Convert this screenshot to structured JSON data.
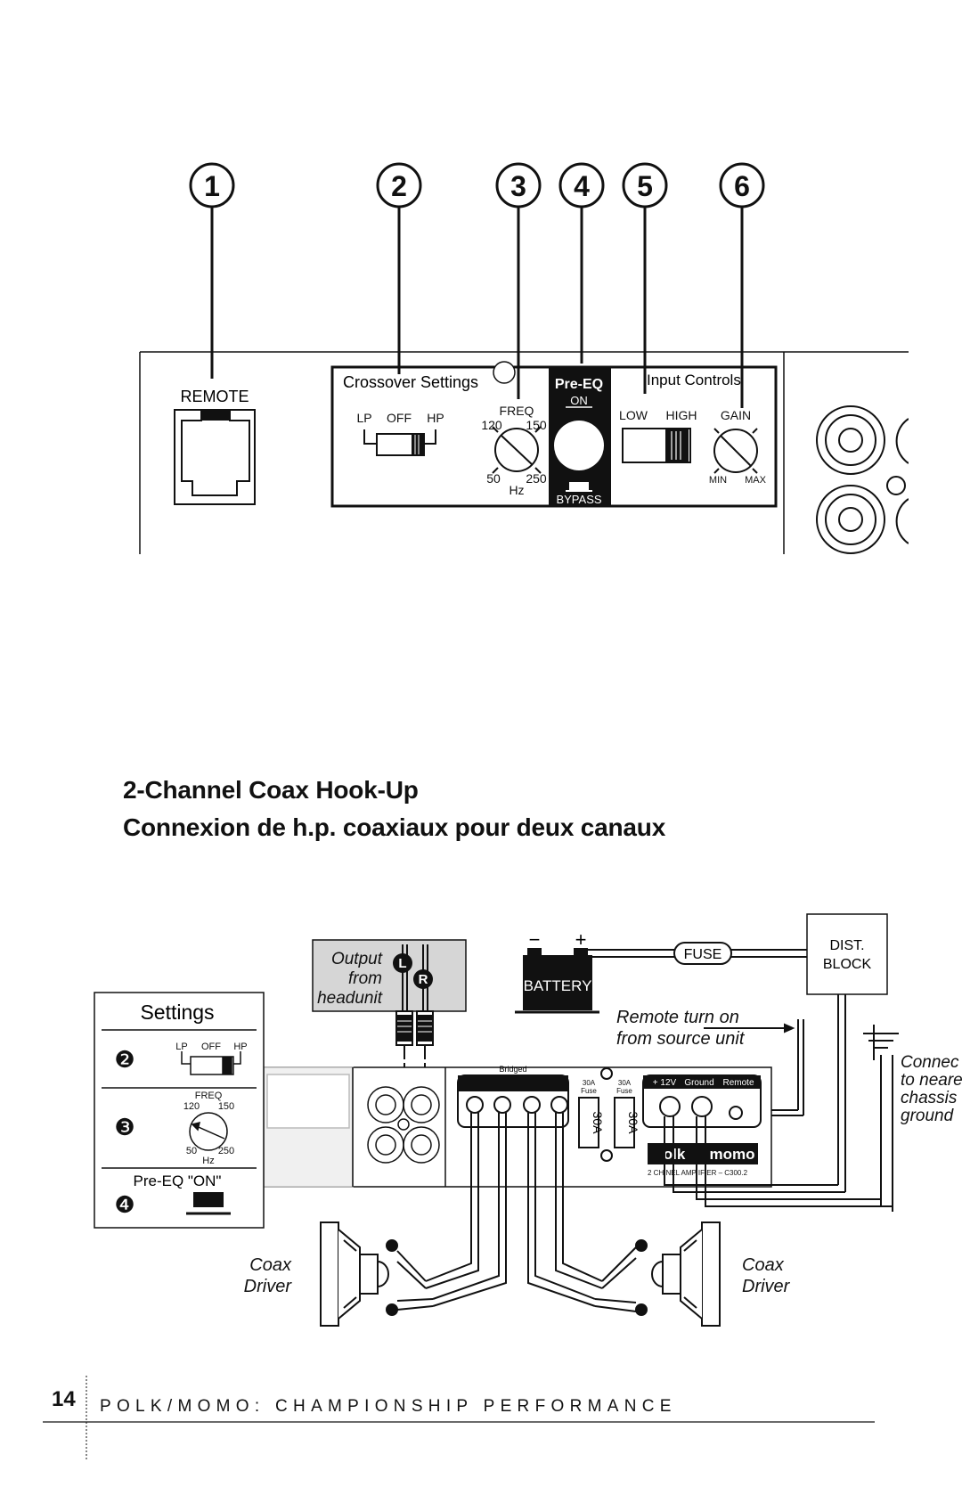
{
  "callouts": [
    "1",
    "2",
    "3",
    "4",
    "5",
    "6"
  ],
  "panel": {
    "remote_label": "REMOTE",
    "crossover_title": "Crossover Settings",
    "crossover_positions": [
      "LP",
      "OFF",
      "HP"
    ],
    "freq_label": "FREQ",
    "freq_ticks": [
      "120",
      "150",
      "50",
      "250"
    ],
    "hz_label": "Hz",
    "preeq_title": "Pre-EQ",
    "preeq_on": "ON",
    "preeq_bypass": "BYPASS",
    "input_title": "Input Controls",
    "input_low": "LOW",
    "input_high": "HIGH",
    "gain_label": "GAIN",
    "gain_min": "MIN",
    "gain_max": "MAX"
  },
  "section": {
    "title_en": "2-Channel Coax Hook-Up",
    "title_fr": "Connexion de h.p. coaxiaux pour deux canaux"
  },
  "wiring": {
    "output_line1": "Output",
    "output_line2": "from",
    "output_line3": "headunit",
    "channel_left": "L",
    "channel_right": "R",
    "battery_label": "BATTERY",
    "battery_minus": "−",
    "battery_plus": "+",
    "fuse_label": "FUSE",
    "dist_block_line1": "DIST.",
    "dist_block_line2": "BLOCK",
    "remote_line1": "Remote turn on",
    "remote_line2": "from source unit",
    "ground_line1": "Connec",
    "ground_line2": "to neare",
    "ground_line3": "chassis",
    "ground_line4": "ground",
    "bridged_label": "Bridged",
    "fuse1_top": "30A",
    "fuse1_sub": "Fuse",
    "fuse2_top": "30A",
    "fuse2_sub": "Fuse",
    "fuse_value": "30A",
    "power_plus12": "+ 12V",
    "power_ground": "Ground",
    "power_remote": "Remote",
    "brand_left": "olk",
    "brand_right": "momo",
    "model_text": "2 CH    NEL AMP   IFIER – C300.2",
    "driver_left_line1": "Coax",
    "driver_left_line2": "Driver",
    "driver_right_line1": "Coax",
    "driver_right_line2": "Driver"
  },
  "settings_box": {
    "title": "Settings",
    "step2": "❷",
    "step3": "❸",
    "step4": "❹",
    "xover_positions": [
      "LP",
      "OFF",
      "HP"
    ],
    "freq_label": "FREQ",
    "freq_ticks": [
      "120",
      "150",
      "50",
      "250"
    ],
    "hz_label": "Hz",
    "preeq_label": "Pre-EQ \"ON\""
  },
  "footer": {
    "page_number": "14",
    "running_title": "POLK/MOMO: CHAMPIONSHIP PERFORMANCE"
  }
}
